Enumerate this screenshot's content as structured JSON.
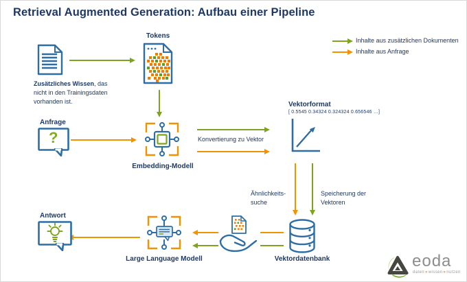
{
  "title": "Retrieval Augmented Generation: Aufbau einer Pipeline",
  "legend": {
    "doc_label": "Inhalte aus zusätzlichen Dokumenten",
    "query_label": "Inhalte aus Anfrage"
  },
  "nodes": {
    "wissen": {
      "bold": "Zusätzliches Wissen",
      "rest": ", das nicht in den Trainingsdaten vorhanden ist."
    },
    "tokens": {
      "label": "Tokens"
    },
    "anfrage": {
      "label": "Anfrage",
      "glyph": "?"
    },
    "embedding": {
      "label": "Embedding-Modell"
    },
    "vektorformat": {
      "label": "Vektorformat",
      "values": "[ 0.5545   0.34324   0.324324   0.656546 …]"
    },
    "vektordatenbank": {
      "label": "Vektordatenbank"
    },
    "llm": {
      "label": "Large Language Modell"
    },
    "antwort": {
      "label": "Antwort"
    }
  },
  "edges": {
    "konvertierung": "Konvertierung zu Vektor",
    "aehnlichkeit_l1": "Ähnlichkeits-",
    "aehnlichkeit_l2": "suche",
    "speicherung_l1": "Speicherung der",
    "speicherung_l2": "Vektoren"
  },
  "logo": {
    "word": "eoda",
    "t1": "daten",
    "t2": "wissen",
    "t3": "nutzen",
    "sep": "»"
  },
  "colors": {
    "navy": "#1f3864",
    "blue": "#2e6da4",
    "green": "#7da41f",
    "orange": "#f39200",
    "token_orange": "#ee7d00",
    "token_green": "#5ca021"
  }
}
